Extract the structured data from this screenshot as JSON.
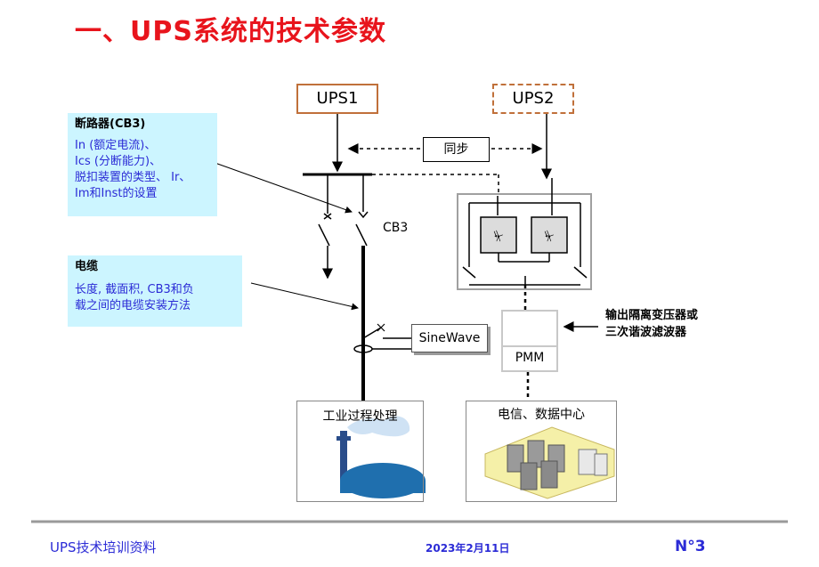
{
  "title": "一、UPS系统的技术参数",
  "ups1": "UPS1",
  "ups2": "UPS2",
  "sync_label": "同步",
  "cb3_label": "CB3",
  "sinewave_label": "SineWave",
  "pmm_label": "PMM",
  "note_breaker": {
    "heading": "断路器(CB3)",
    "lines": [
      "In (额定电流)、",
      "Ics (分断能力)、",
      "脱扣装置的类型、  Ir、",
      "Im和Inst的设置"
    ]
  },
  "note_cable": {
    "heading": "电缆",
    "lines": [
      "长度, 截面积, CB3和负",
      "载之间的电缆安装方法"
    ]
  },
  "transformer_note": [
    "输出隔离变压器或",
    "三次谐波滤波器"
  ],
  "load_industrial": "工业过程处理",
  "load_datacenter": "电信、数据中心",
  "footer": {
    "left": "UPS技术培训资料",
    "date": "2023年2月11日",
    "page": "N°3"
  },
  "colors": {
    "title": "#e8141c",
    "note_bg": "#ccf5ff",
    "note_text": "#2b2bd6",
    "ups1_border": "#c0703a"
  }
}
